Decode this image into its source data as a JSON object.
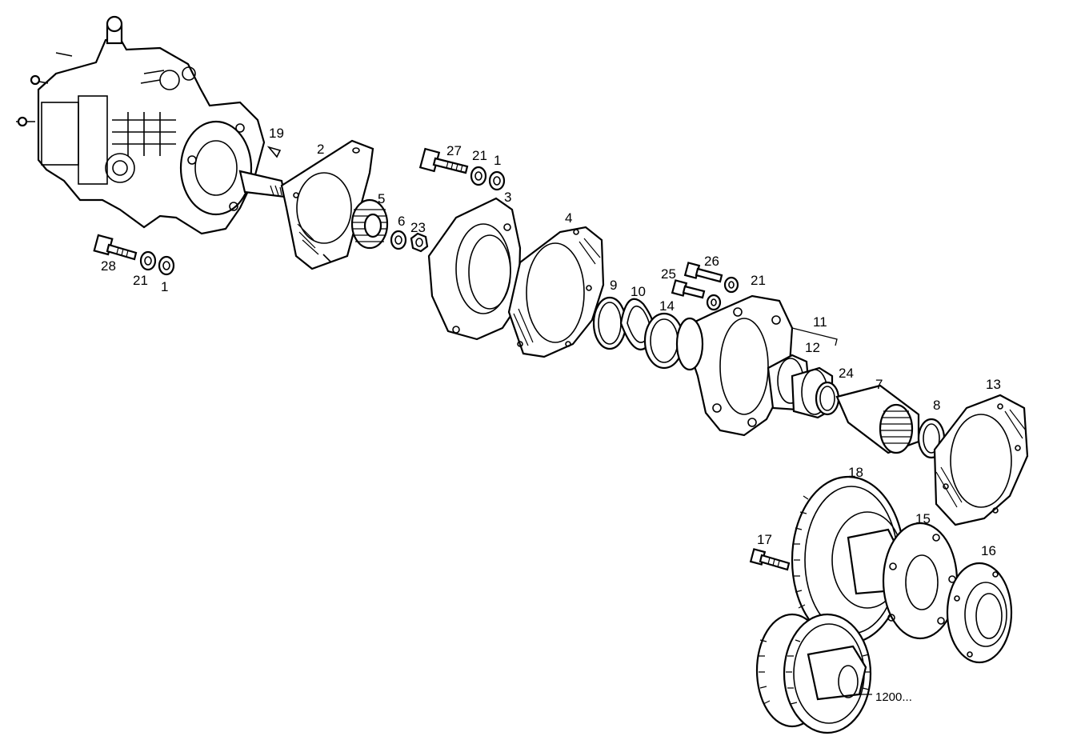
{
  "diagram": {
    "type": "exploded parts diagram",
    "subject": "injection pump drive assembly",
    "callouts": [
      {
        "id": "c19",
        "label": "19"
      },
      {
        "id": "c2",
        "label": "2"
      },
      {
        "id": "c27",
        "label": "27"
      },
      {
        "id": "c21a",
        "label": "21"
      },
      {
        "id": "c1a",
        "label": "1"
      },
      {
        "id": "c3",
        "label": "3"
      },
      {
        "id": "c5",
        "label": "5"
      },
      {
        "id": "c6",
        "label": "6"
      },
      {
        "id": "c23",
        "label": "23"
      },
      {
        "id": "c4",
        "label": "4"
      },
      {
        "id": "c28",
        "label": "28"
      },
      {
        "id": "c21b",
        "label": "21"
      },
      {
        "id": "c1b",
        "label": "1"
      },
      {
        "id": "c26",
        "label": "26"
      },
      {
        "id": "c25",
        "label": "25"
      },
      {
        "id": "c21c",
        "label": "21"
      },
      {
        "id": "c9",
        "label": "9"
      },
      {
        "id": "c10",
        "label": "10"
      },
      {
        "id": "c14",
        "label": "14"
      },
      {
        "id": "c11",
        "label": "11"
      },
      {
        "id": "c12",
        "label": "12"
      },
      {
        "id": "c24",
        "label": "24"
      },
      {
        "id": "c7",
        "label": "7"
      },
      {
        "id": "c8",
        "label": "8"
      },
      {
        "id": "c13",
        "label": "13"
      },
      {
        "id": "c18",
        "label": "18"
      },
      {
        "id": "c15",
        "label": "15"
      },
      {
        "id": "c17",
        "label": "17"
      },
      {
        "id": "c16",
        "label": "16"
      },
      {
        "id": "c1200",
        "label": "1200..."
      }
    ]
  }
}
